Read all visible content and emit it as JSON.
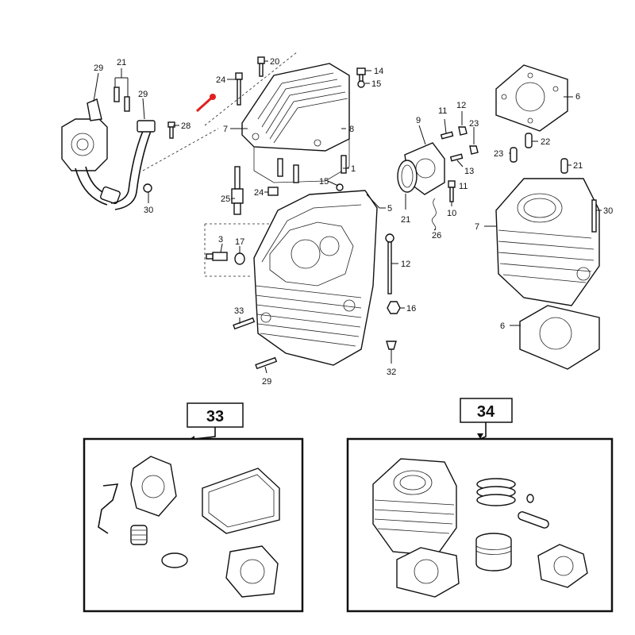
{
  "callouts": {
    "c29a": "29",
    "c21a": "21",
    "c29b": "29",
    "c28": "28",
    "c30a": "30",
    "c24a": "24",
    "c20": "20",
    "c7a": "7",
    "c8": "8",
    "c14": "14",
    "c15a": "15",
    "c25": "25",
    "c24b": "24",
    "c15b": "15",
    "c1": "1",
    "c5": "5",
    "c3": "3",
    "c17": "17",
    "c12a": "12",
    "c16": "16",
    "c33a": "33",
    "c29c": "29",
    "c32": "32",
    "c9": "9",
    "c11a": "11",
    "c12b": "12",
    "c23a": "23",
    "c13": "13",
    "c11b": "11",
    "c21b": "21",
    "c10": "10",
    "c26": "26",
    "c6a": "6",
    "c23b": "23",
    "c22": "22",
    "c21c": "21",
    "c7b": "7",
    "c30b": "30",
    "c6b": "6"
  },
  "kits": {
    "kit33": "33",
    "kit34": "34"
  },
  "accent": {
    "pointer_arrow": "#e02020"
  }
}
